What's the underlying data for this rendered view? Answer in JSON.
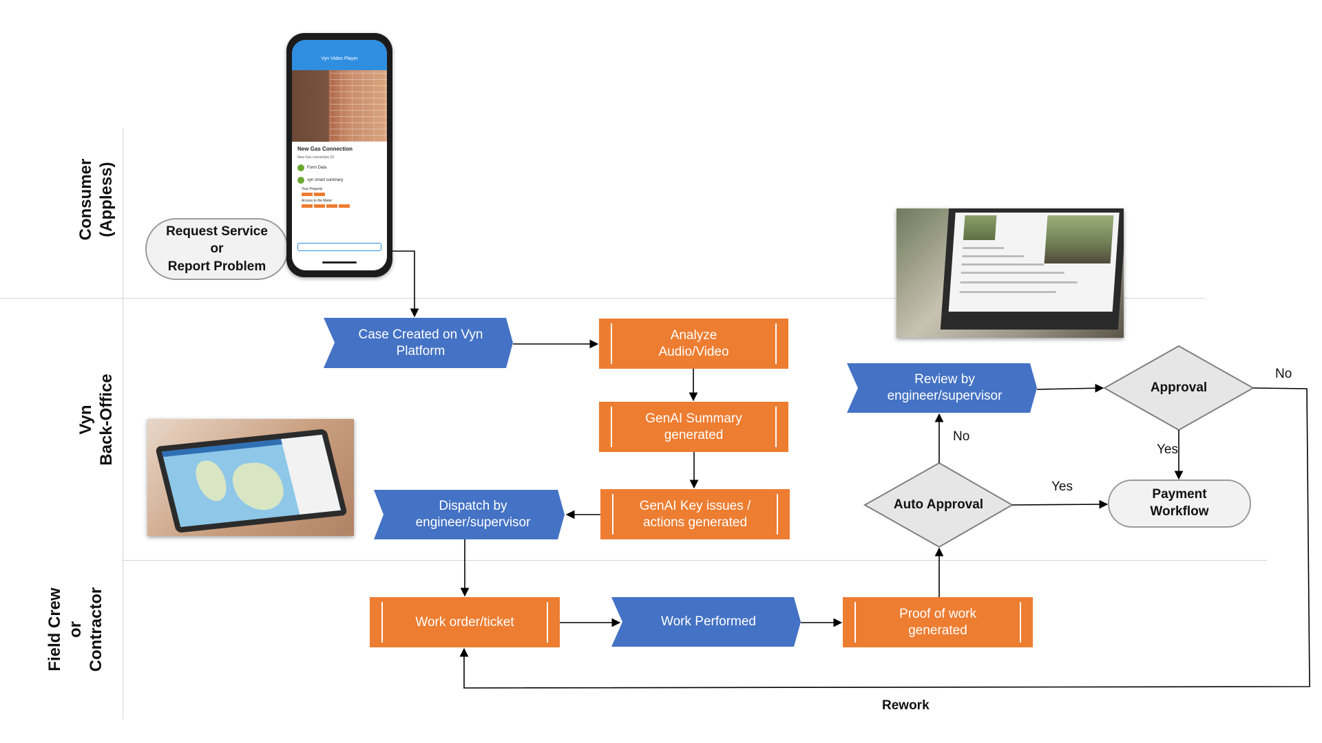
{
  "lanes": {
    "consumer": [
      "Consumer",
      "(Appless)"
    ],
    "backoffice": [
      "Vyn",
      "Back-Office"
    ],
    "field": [
      "Field Crew",
      "or",
      "Contractor"
    ]
  },
  "nodes": {
    "request": [
      "Request Service",
      "or",
      "Report Problem"
    ],
    "case_created": [
      "Case Created on Vyn",
      "Platform"
    ],
    "analyze": [
      "Analyze",
      "Audio/Video"
    ],
    "genai_summary": [
      "GenAI Summary",
      "generated"
    ],
    "genai_issues": [
      "GenAI Key issues /",
      "actions generated"
    ],
    "dispatch": [
      "Dispatch by",
      "engineer/supervisor"
    ],
    "work_order": "Work order/ticket",
    "work_performed": "Work Performed",
    "proof": [
      "Proof of work",
      "generated"
    ],
    "auto_approval": "Auto Approval",
    "review": [
      "Review by",
      "engineer/supervisor"
    ],
    "approval": "Approval",
    "payment": [
      "Payment",
      "Workflow"
    ]
  },
  "edges": {
    "auto_no": "No",
    "auto_yes": "Yes",
    "approval_yes": "Yes",
    "approval_no": "No",
    "rework": "Rework"
  },
  "phone": {
    "app_title": "Vyn Video Player",
    "case_title": "New Gas Connection",
    "case_sub": "New Gas connection 23",
    "row_form": "Form Data",
    "row_summary": "vyn smart summary",
    "item_property": "Your Property",
    "item_meter": "Access to the Meter"
  },
  "colors": {
    "blue": "#4472c4",
    "orange": "#ed7d31",
    "gray_fill": "#e7e6e6",
    "stroke": "#7f7f7f",
    "arrow": "#000000"
  }
}
